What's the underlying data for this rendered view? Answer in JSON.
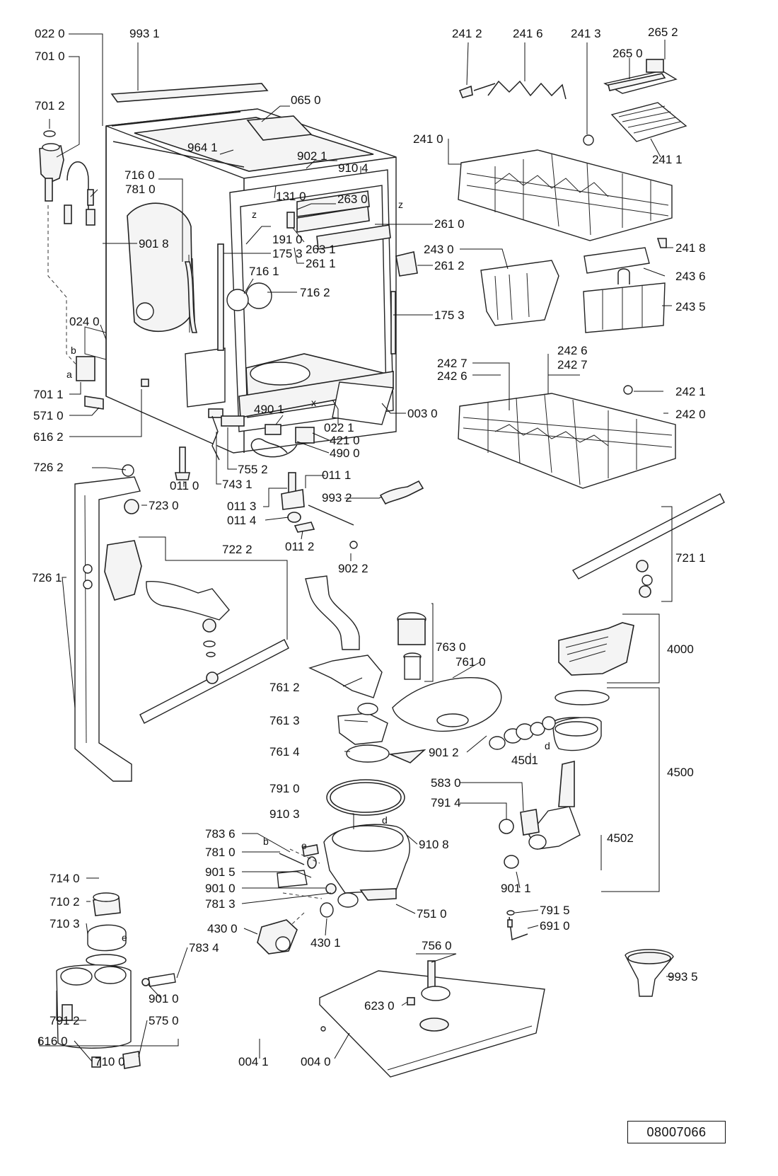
{
  "diagram": {
    "reference_number": "08007066",
    "parts": [
      {
        "id": "p0220",
        "label": "022 0"
      },
      {
        "id": "p9931",
        "label": "993 1"
      },
      {
        "id": "p7010",
        "label": "701 0"
      },
      {
        "id": "p7012",
        "label": "701 2"
      },
      {
        "id": "p0650",
        "label": "065 0"
      },
      {
        "id": "p9641",
        "label": "964 1"
      },
      {
        "id": "p9021",
        "label": "902 1"
      },
      {
        "id": "p9104",
        "label": "910 4"
      },
      {
        "id": "p7160",
        "label": "716 0"
      },
      {
        "id": "p7810a",
        "label": "781 0"
      },
      {
        "id": "p1310",
        "label": "131 0"
      },
      {
        "id": "p2630",
        "label": "263 0"
      },
      {
        "id": "p2610",
        "label": "261 0"
      },
      {
        "id": "p9018",
        "label": "901 8"
      },
      {
        "id": "p1910",
        "label": "191 0"
      },
      {
        "id": "p1753a",
        "label": "175 3"
      },
      {
        "id": "p2631",
        "label": "263 1"
      },
      {
        "id": "p2611",
        "label": "261 1"
      },
      {
        "id": "p7161",
        "label": "716 1"
      },
      {
        "id": "p7162",
        "label": "716 2"
      },
      {
        "id": "p1753b",
        "label": "175 3"
      },
      {
        "id": "p0240",
        "label": "024 0"
      },
      {
        "id": "p7011",
        "label": "701 1"
      },
      {
        "id": "p5710",
        "label": "571 0"
      },
      {
        "id": "p6162",
        "label": "616 2"
      },
      {
        "id": "p0030",
        "label": "003 0"
      },
      {
        "id": "p0221",
        "label": "022 1"
      },
      {
        "id": "p4901",
        "label": "490 1"
      },
      {
        "id": "p4210",
        "label": "421 0"
      },
      {
        "id": "p4900",
        "label": "490 0"
      },
      {
        "id": "p7552",
        "label": "755 2"
      },
      {
        "id": "p7431",
        "label": "743 1"
      },
      {
        "id": "p0110",
        "label": "011 0"
      },
      {
        "id": "p0111",
        "label": "011 1"
      },
      {
        "id": "p9932",
        "label": "993 2"
      },
      {
        "id": "p0113",
        "label": "011 3"
      },
      {
        "id": "p0114",
        "label": "011 4"
      },
      {
        "id": "p0112",
        "label": "011 2"
      },
      {
        "id": "p9022",
        "label": "902 2"
      },
      {
        "id": "p2412",
        "label": "241 2"
      },
      {
        "id": "p2416",
        "label": "241 6"
      },
      {
        "id": "p2413",
        "label": "241 3"
      },
      {
        "id": "p2652",
        "label": "265 2"
      },
      {
        "id": "p2650",
        "label": "265 0"
      },
      {
        "id": "p2410",
        "label": "241 0"
      },
      {
        "id": "p2411",
        "label": "241 1"
      },
      {
        "id": "p2612",
        "label": "261 2"
      },
      {
        "id": "p2430",
        "label": "243 0"
      },
      {
        "id": "p2418",
        "label": "241 8"
      },
      {
        "id": "p2436",
        "label": "243 6"
      },
      {
        "id": "p2435",
        "label": "243 5"
      },
      {
        "id": "p2427a",
        "label": "242 7"
      },
      {
        "id": "p2426a",
        "label": "242 6"
      },
      {
        "id": "p2426b",
        "label": "242 6"
      },
      {
        "id": "p2427b",
        "label": "242 7"
      },
      {
        "id": "p2421",
        "label": "242 1"
      },
      {
        "id": "p2420",
        "label": "242 0"
      },
      {
        "id": "p7262",
        "label": "726 2"
      },
      {
        "id": "p7230",
        "label": "723 0"
      },
      {
        "id": "p7261",
        "label": "726 1"
      },
      {
        "id": "p7222",
        "label": "722 2"
      },
      {
        "id": "p7211",
        "label": "721 1"
      },
      {
        "id": "p4000",
        "label": "4000"
      },
      {
        "id": "p7630",
        "label": "763 0"
      },
      {
        "id": "p7610",
        "label": "761 0"
      },
      {
        "id": "p7612",
        "label": "761 2"
      },
      {
        "id": "p7613",
        "label": "761 3"
      },
      {
        "id": "p9012",
        "label": "901 2"
      },
      {
        "id": "p4501",
        "label": "4501"
      },
      {
        "id": "p7614",
        "label": "761 4"
      },
      {
        "id": "p4500",
        "label": "4500"
      },
      {
        "id": "p7910",
        "label": "791 0"
      },
      {
        "id": "p5830",
        "label": "583 0"
      },
      {
        "id": "p7914",
        "label": "791 4"
      },
      {
        "id": "p9103",
        "label": "910 3"
      },
      {
        "id": "p7836",
        "label": "783 6"
      },
      {
        "id": "p7810b",
        "label": "781 0"
      },
      {
        "id": "p9108",
        "label": "910 8"
      },
      {
        "id": "p4502",
        "label": "4502"
      },
      {
        "id": "p9015",
        "label": "901 5"
      },
      {
        "id": "p9010a",
        "label": "901 0"
      },
      {
        "id": "p7813",
        "label": "781 3"
      },
      {
        "id": "p9011",
        "label": "901 1"
      },
      {
        "id": "p7140",
        "label": "714 0"
      },
      {
        "id": "p7102",
        "label": "710 2"
      },
      {
        "id": "p7510",
        "label": "751 0"
      },
      {
        "id": "p7915",
        "label": "791 5"
      },
      {
        "id": "p6910",
        "label": "691 0"
      },
      {
        "id": "p7103",
        "label": "710 3"
      },
      {
        "id": "p4300",
        "label": "430 0"
      },
      {
        "id": "p4301",
        "label": "430 1"
      },
      {
        "id": "p7834",
        "label": "783 4"
      },
      {
        "id": "p9935",
        "label": "993 5"
      },
      {
        "id": "p7560",
        "label": "756 0"
      },
      {
        "id": "p9010b",
        "label": "901 0"
      },
      {
        "id": "p7912",
        "label": "791 2"
      },
      {
        "id": "p6230",
        "label": "623 0"
      },
      {
        "id": "p5750",
        "label": "575 0"
      },
      {
        "id": "p6160",
        "label": "616 0"
      },
      {
        "id": "p7100",
        "label": "710 0"
      },
      {
        "id": "p0041",
        "label": "004 1"
      },
      {
        "id": "p0040",
        "label": "004 0"
      }
    ],
    "marks": [
      {
        "id": "m-b1",
        "label": "b"
      },
      {
        "id": "m-a",
        "label": "a"
      },
      {
        "id": "m-z1",
        "label": "z"
      },
      {
        "id": "m-z2",
        "label": "z"
      },
      {
        "id": "m-x",
        "label": "x"
      },
      {
        "id": "m-d1",
        "label": "d"
      },
      {
        "id": "m-d2",
        "label": "d"
      },
      {
        "id": "m-b2",
        "label": "b"
      },
      {
        "id": "m-e1",
        "label": "e"
      },
      {
        "id": "m-e2",
        "label": "e"
      }
    ]
  }
}
